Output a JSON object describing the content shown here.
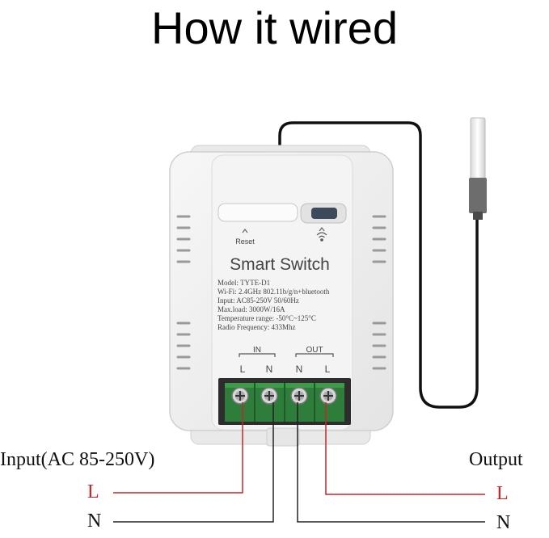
{
  "title": "How it wired",
  "device": {
    "name": "Smart Switch",
    "reset_label": "Reset",
    "specs": [
      "Model: TYTE-D1",
      "Wi-Fi: 2.4GHz 802.11b/g/n+bluetooth",
      "Input: AC85-250V 50/60Hz",
      "Max.load: 3000W/16A",
      "Temperature range: -50°C~125°C",
      "Radio Frequency: 433Mhz"
    ],
    "terminal_groups": {
      "in": "IN",
      "out": "OUT"
    },
    "terminal_letters": [
      "L",
      "N",
      "N",
      "L"
    ]
  },
  "labels": {
    "input": "Input(AC 85-250V)",
    "output": "Output",
    "left_L": "L",
    "left_N": "N",
    "right_L": "L",
    "right_N": "N"
  },
  "colors": {
    "live_wire": "#c0282a",
    "neutral_wire": "#222222",
    "terminal_green": "#2e7d3a",
    "device_body": "#ededed"
  }
}
